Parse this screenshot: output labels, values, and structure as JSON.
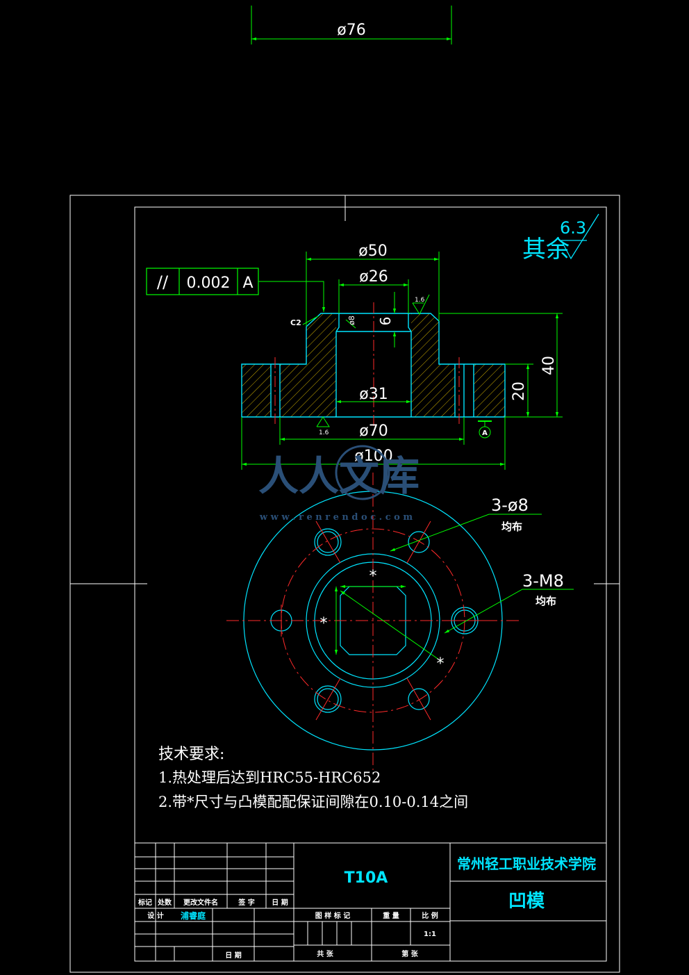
{
  "dims": {
    "d76": "ø76",
    "d50": "ø50",
    "d26": "ø26",
    "d31": "ø31",
    "d70": "ø70",
    "d100": "ø100",
    "h40": "40",
    "h20": "20",
    "h6": "6",
    "d8": "ø8",
    "c2": "C2",
    "rough_top": "1.6",
    "rough_bottom": "1.6",
    "datum": "A"
  },
  "tolerance": {
    "symbol": "//",
    "value": "0.002",
    "datum": "A"
  },
  "roughness_general": {
    "label": "其余",
    "value": "6.3"
  },
  "holes": {
    "through": {
      "label": "3-ø8",
      "note": "均布"
    },
    "thread": {
      "label": "3-M8",
      "note": "均布"
    },
    "mark": "*"
  },
  "notes": {
    "title": "技术要求:",
    "line1": "1.热处理后达到HRC55-HRC652",
    "line2": "2.带*尺寸与凸模配配保证间隙在0.10-0.14之间"
  },
  "title_block": {
    "material": "T10A",
    "school": "常州轻工职业技术学院",
    "part_name": "凹模",
    "header_cols": [
      "标记",
      "处数",
      "更改文件名",
      "签 字",
      "日 期"
    ],
    "design_label": "设 计",
    "designer": "浦睿庭",
    "date_label": "日 期",
    "cols2": [
      "图 样 标 记",
      "重 量",
      "比 例"
    ],
    "scale": "1:1",
    "total_label": "共 张",
    "page_label": "第 张"
  },
  "watermark": {
    "text": "人人文库",
    "url": "w w w . r e n r e n d o c . c o m"
  },
  "colors": {
    "background": "#000000",
    "outline": "#00e5ff",
    "dimension": "#00ff00",
    "centerline": "#ff2a2a",
    "hatch": "#ffff00",
    "frame": "#ffffff"
  }
}
